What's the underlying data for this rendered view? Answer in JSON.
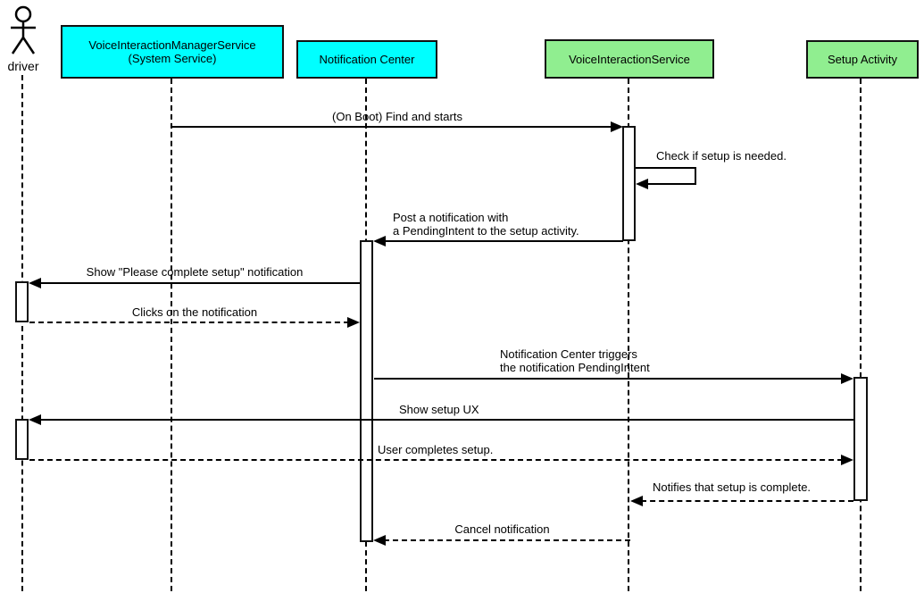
{
  "diagram_type": "uml-sequence",
  "participants": [
    {
      "id": "driver",
      "kind": "actor",
      "label": "driver"
    },
    {
      "id": "voice-interaction-manager-service",
      "kind": "box",
      "label": "VoiceInteractionManagerService\n(System Service)",
      "fill": "#00ffff"
    },
    {
      "id": "notification-center",
      "kind": "box",
      "label": "Notification Center",
      "fill": "#00ffff"
    },
    {
      "id": "voice-interaction-service",
      "kind": "box",
      "label": "VoiceInteractionService",
      "fill": "#90ee90"
    },
    {
      "id": "setup-activity",
      "kind": "box",
      "label": "Setup Activity",
      "fill": "#90ee90"
    }
  ],
  "messages": [
    {
      "label": "(On Boot) Find and starts",
      "from": "voice-interaction-manager-service",
      "to": "voice-interaction-service",
      "style": "solid"
    },
    {
      "label": "Check if setup is needed.",
      "from": "voice-interaction-service",
      "to": "voice-interaction-service",
      "style": "solid"
    },
    {
      "label": "Post a notification with\na PendingIntent to the setup activity.",
      "from": "voice-interaction-service",
      "to": "notification-center",
      "style": "solid"
    },
    {
      "label": "Show \"Please complete setup\" notification",
      "from": "notification-center",
      "to": "driver",
      "style": "solid"
    },
    {
      "label": "Clicks on the notification",
      "from": "driver",
      "to": "notification-center",
      "style": "dashed"
    },
    {
      "label": "Notification Center triggers\nthe notification PendingIntent",
      "from": "notification-center",
      "to": "setup-activity",
      "style": "solid"
    },
    {
      "label": "Show setup UX",
      "from": "setup-activity",
      "to": "driver",
      "style": "solid"
    },
    {
      "label": "User completes setup.",
      "from": "driver",
      "to": "setup-activity",
      "style": "dashed"
    },
    {
      "label": "Notifies that setup is complete.",
      "from": "setup-activity",
      "to": "voice-interaction-service",
      "style": "dashed"
    },
    {
      "label": "Cancel notification",
      "from": "voice-interaction-service",
      "to": "notification-center",
      "style": "dashed"
    }
  ],
  "colors": {
    "box_cyan": "#00ffff",
    "box_green": "#90ee90",
    "line": "#000000",
    "background": "#ffffff"
  }
}
